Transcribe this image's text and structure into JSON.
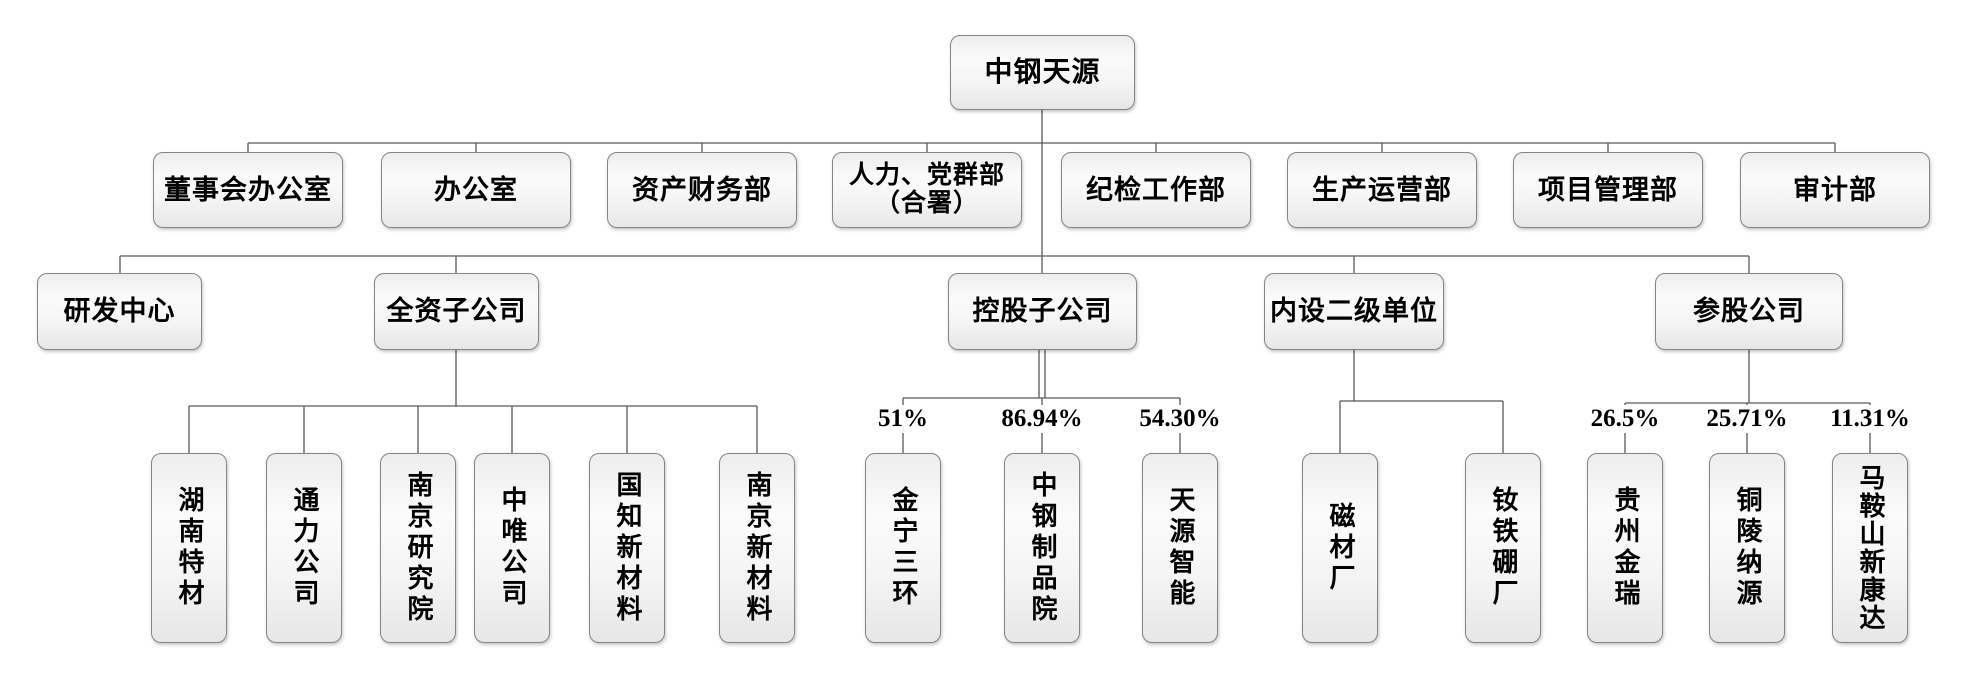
{
  "org": {
    "root": {
      "label": "中钢天源"
    },
    "departments": [
      {
        "label": "董事会办公室"
      },
      {
        "label": "办公室"
      },
      {
        "label": "资产财务部"
      },
      {
        "label": "人力、党群部\n（合署）"
      },
      {
        "label": "纪检工作部"
      },
      {
        "label": "生产运营部"
      },
      {
        "label": "项目管理部"
      },
      {
        "label": "审计部"
      }
    ],
    "categories": [
      {
        "label": "研发中心",
        "children": []
      },
      {
        "label": "全资子公司",
        "children": [
          {
            "label": "湖南特材"
          },
          {
            "label": "通力公司"
          },
          {
            "label": "南京研究院"
          },
          {
            "label": "中唯公司"
          },
          {
            "label": "国知新材料"
          },
          {
            "label": "南京新材料"
          }
        ]
      },
      {
        "label": "控股子公司",
        "children": [
          {
            "label": "金宁三环",
            "ownership": "51%"
          },
          {
            "label": "中钢制品院",
            "ownership": "86.94%"
          },
          {
            "label": "天源智能",
            "ownership": "54.30%"
          }
        ]
      },
      {
        "label": "内设二级单位",
        "children": [
          {
            "label": "磁材厂"
          },
          {
            "label": "钕铁硼厂"
          }
        ]
      },
      {
        "label": "参股公司",
        "children": [
          {
            "label": "贵州金瑞",
            "ownership": "26.5%"
          },
          {
            "label": "铜陵纳源",
            "ownership": "25.71%"
          },
          {
            "label": "马鞍山新康达",
            "ownership": "11.31%"
          }
        ]
      }
    ],
    "colors": {
      "background": "#ffffff",
      "connector_line": "#595959",
      "box_border": "#848484",
      "box_fill_top": "#ededed",
      "box_fill_bottom": "#e7e7e7",
      "text": "#000000"
    }
  }
}
